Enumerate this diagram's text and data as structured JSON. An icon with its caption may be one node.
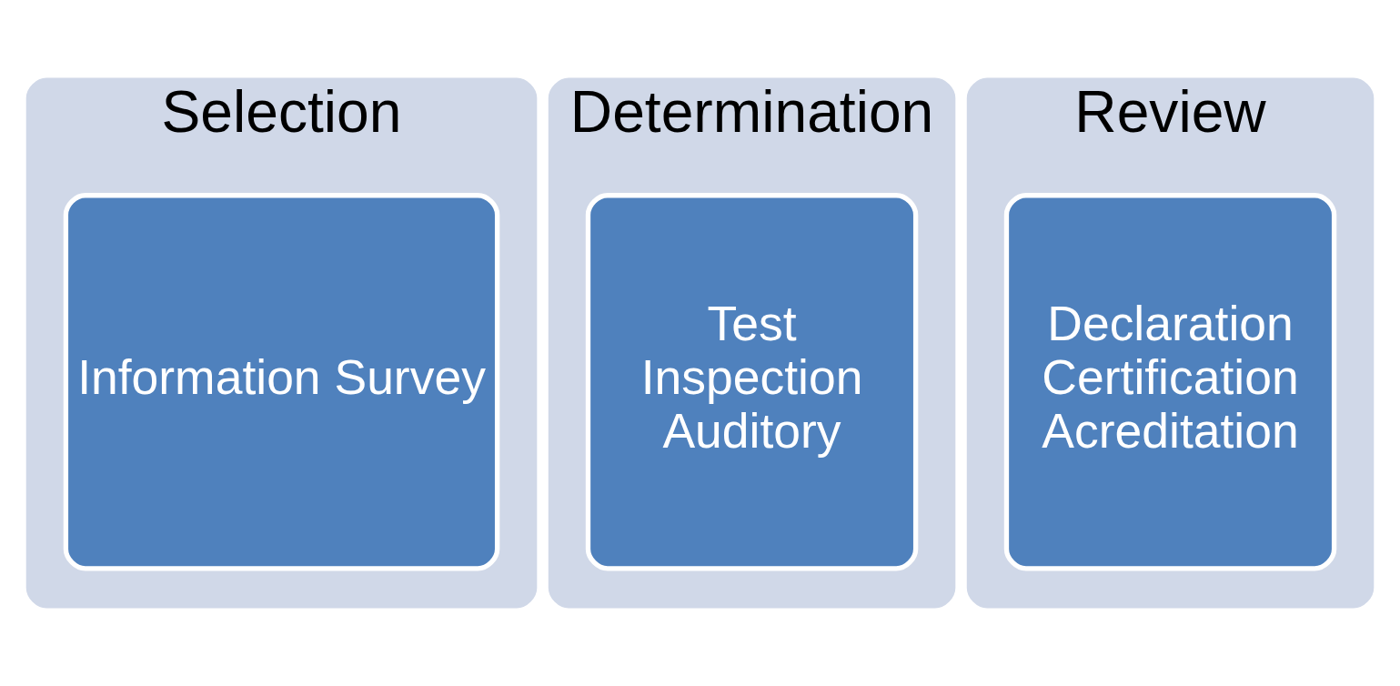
{
  "diagram": {
    "nodes": [
      {
        "text": [
          "Selection"
        ]
      },
      {
        "text": [
          "Information Survey"
        ],
        "in": 0
      },
      {
        "text": [
          "Determination"
        ]
      },
      {
        "text": [
          "Test",
          "Inspection",
          "Auditory"
        ],
        "in": 2
      },
      {
        "text": [
          "Review"
        ]
      },
      {
        "text": [
          "Declaration",
          "Certification",
          "Acreditation"
        ],
        "in": 4
      }
    ]
  }
}
